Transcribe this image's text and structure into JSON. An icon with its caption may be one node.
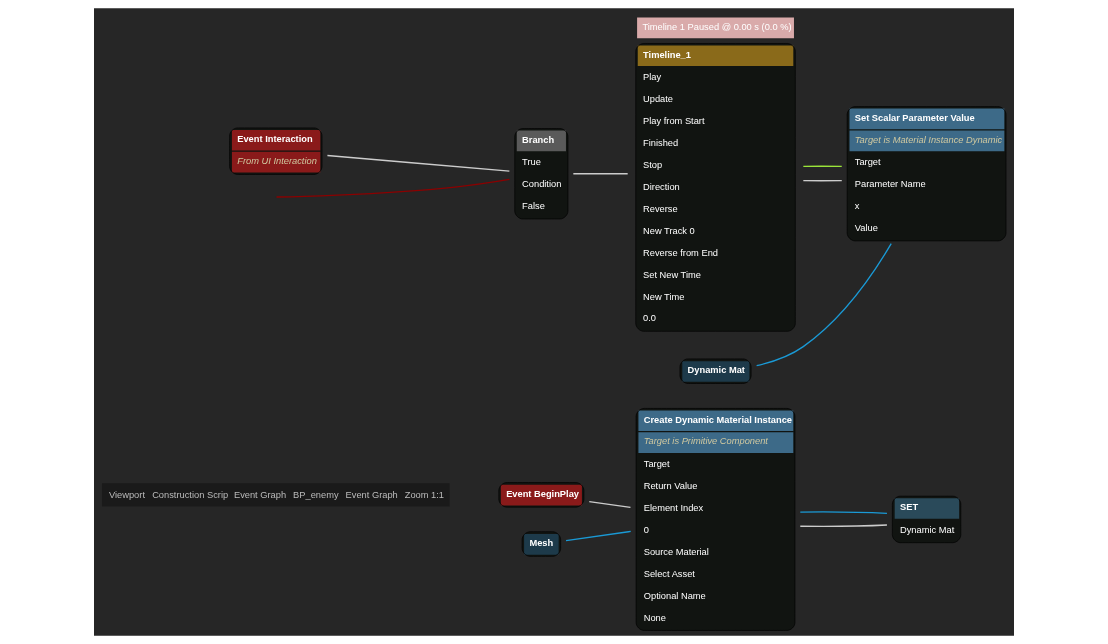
{
  "diagram": {
    "nodes": [
      {
        "text": [
          "Event BeginPlay"
        ]
      },
      {
        "text": [
          "Mesh"
        ]
      },
      {
        "text": [
          "Create Dynamic Material Instance",
          "Target is Primitive Component",
          "Target",
          "Return Value",
          "Element Index",
          "0",
          "Source Material",
          "Select Asset",
          "Optional Name",
          "None"
        ]
      },
      {
        "text": [
          "SET",
          "Dynamic Mat"
        ]
      },
      {
        "text": [
          "Event Interaction",
          "From UI Interaction"
        ]
      },
      {
        "text": [
          "Branch",
          "True",
          "Condition",
          "False"
        ]
      },
      {
        "text": [
          "Timeline_1",
          "Play",
          "Update",
          "Play from Start",
          "Finished",
          "Stop",
          "Direction",
          "Reverse",
          "New Track 0",
          "Reverse from End",
          "Set New Time",
          "New Time",
          "0.0"
        ],
        "beside": [
          "Timeline 1 Paused @ 0.00 s (0.0 %)"
        ]
      },
      {
        "text": [
          "Dynamic Mat"
        ]
      },
      {
        "text": [
          "Set Scalar Parameter Value",
          "Target is Material Instance Dynamic",
          "Target",
          "Parameter Name",
          "x",
          "Value"
        ]
      }
    ],
    "edges": [
      {
        "from": 0,
        "to": 2,
        "arrow": "none"
      },
      {
        "from": 1,
        "to": 2,
        "arrow": "none",
        "color": "#1a9ad6"
      },
      {
        "from": 2,
        "to": 3,
        "arrow": "none"
      },
      {
        "from": 2,
        "to": 3,
        "arrow": "none",
        "color": "#1a9ad6"
      },
      {
        "from": 4,
        "to": 5,
        "arrow": "none"
      },
      {
        "from": null,
        "to": 5,
        "arrow": "none",
        "color": "#8b0000"
      },
      {
        "from": 5,
        "to": 6,
        "arrow": "none"
      },
      {
        "from": 6,
        "to": 8,
        "arrow": "none"
      },
      {
        "from": 7,
        "to": 8,
        "arrow": "none",
        "color": "#1a9ad6"
      },
      {
        "from": 6,
        "to": 8,
        "arrow": "none",
        "color": "#9be53a"
      }
    ],
    "labels": [
      "Viewport",
      "Construction Scrip",
      "Event Graph",
      "BP_enemy",
      "Event Graph",
      "Zoom 1:1"
    ]
  }
}
